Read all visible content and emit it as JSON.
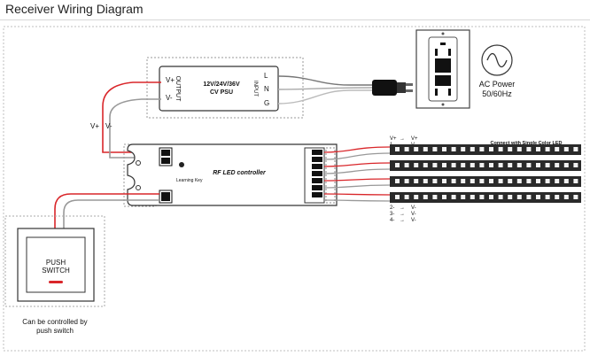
{
  "page": {
    "title": "Receiver Wiring Diagram"
  },
  "psu": {
    "label_line1": "12V/24V/36V",
    "label_line2": "CV PSU",
    "output_label": "OUTPUT",
    "input_label": "INPUT",
    "out_plus": "V+",
    "out_minus": "V-",
    "in_l": "L",
    "in_n": "N",
    "in_g": "G"
  },
  "supply_wires": {
    "plus": "V+",
    "minus": "V-"
  },
  "ac": {
    "line1": "AC Power",
    "line2": "50/60Hz"
  },
  "controller": {
    "label": "RF LED controller",
    "learning_key": "Learning Key"
  },
  "led": {
    "connect_label": "Connect with Single Color LED",
    "mapping_top": [
      [
        "V+",
        "V+"
      ],
      [
        "1-",
        "V-"
      ]
    ],
    "mapping_bottom": [
      [
        "2-",
        "V-"
      ],
      [
        "3-",
        "V-"
      ],
      [
        "4-",
        "V-"
      ]
    ]
  },
  "push_switch": {
    "label_line1": "PUSH",
    "label_line2": "SWITCH"
  },
  "caption": {
    "line1": "Can be controlled by",
    "line2": "push switch"
  },
  "colors": {
    "wire_red": "#d9262a",
    "wire_gray": "#9a9a9a",
    "outline": "#333333",
    "strip": "#2a2a2a"
  }
}
